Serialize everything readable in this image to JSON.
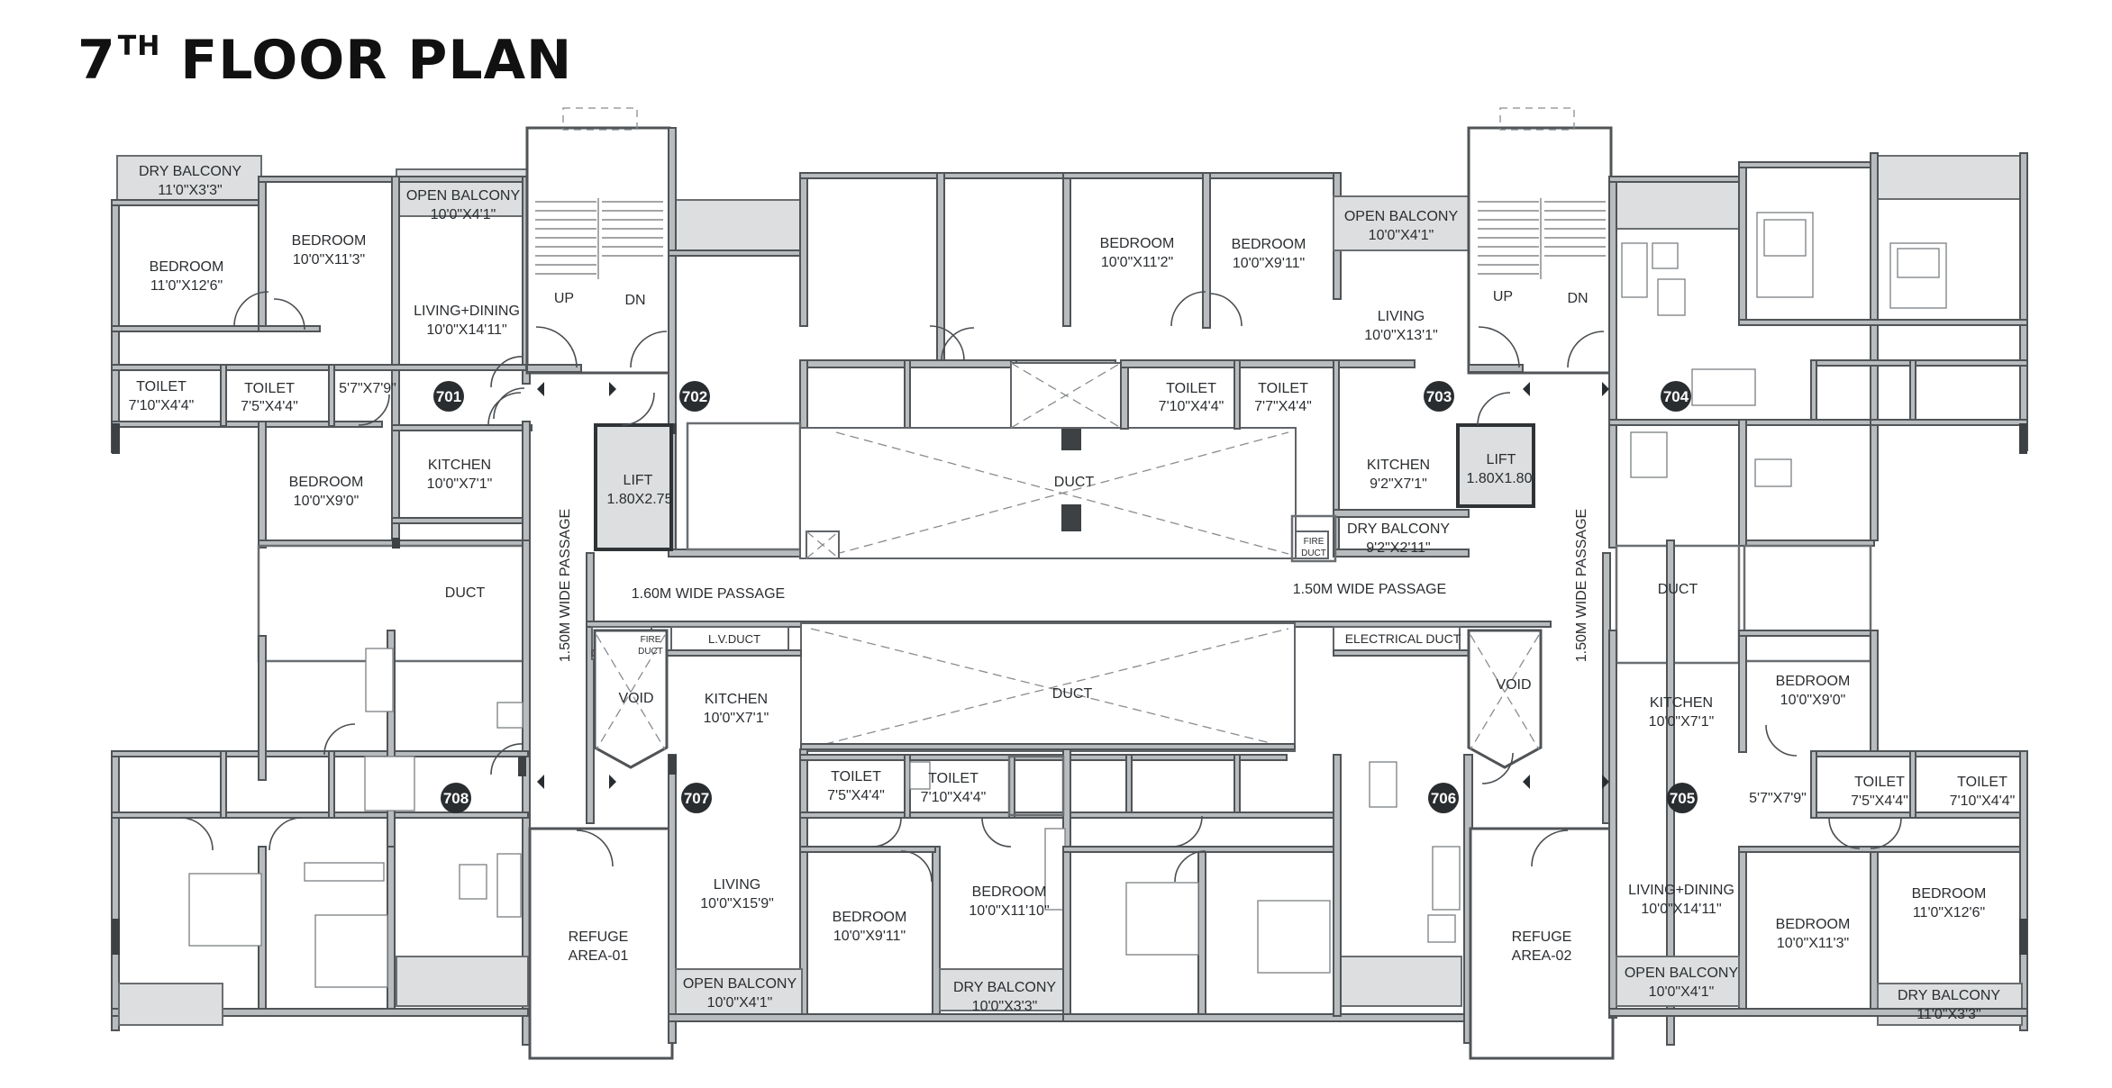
{
  "page": {
    "title": "7",
    "title_sup": "TH",
    "title_rest": "FLOOR PLAN"
  },
  "units": [
    "701",
    "702",
    "703",
    "704",
    "705",
    "706",
    "707",
    "708"
  ],
  "rooms": {
    "r701_dry_balcony": [
      "DRY BALCONY",
      "11'0\"X3'3\""
    ],
    "r701_bedroom1": [
      "BEDROOM",
      "11'0\"X12'6\""
    ],
    "r701_bedroom2": [
      "BEDROOM",
      "10'0\"X11'3\""
    ],
    "r701_open_balcony": [
      "OPEN BALCONY",
      "10'0\"X4'1\""
    ],
    "r701_living": [
      "LIVING+DINING",
      "10'0\"X14'11\""
    ],
    "r701_toilet1": [
      "TOILET",
      "7'10\"X4'4\""
    ],
    "r701_toilet2": [
      "TOILET",
      "7'5\"X4'4\""
    ],
    "r701_passage": [
      "5'7\"X7'9\""
    ],
    "r701_bedroom3": [
      "BEDROOM",
      "10'0\"X9'0\""
    ],
    "r701_kitchen": [
      "KITCHEN",
      "10'0\"X7'1\""
    ],
    "r703_bedroom1": [
      "BEDROOM",
      "10'0\"X11'2\""
    ],
    "r703_bedroom2": [
      "BEDROOM",
      "10'0\"X9'11\""
    ],
    "r703_open_balcony": [
      "OPEN BALCONY",
      "10'0\"X4'1\""
    ],
    "r703_living": [
      "LIVING",
      "10'0\"X13'1\""
    ],
    "r703_toilet1": [
      "TOILET",
      "7'10\"X4'4\""
    ],
    "r703_toilet2": [
      "TOILET",
      "7'7\"X4'4\""
    ],
    "r703_kitchen": [
      "KITCHEN",
      "9'2\"X7'1\""
    ],
    "r703_dry_balcony": [
      "DRY BALCONY",
      "9'2\"X2'11\""
    ],
    "lift_left": [
      "LIFT",
      "1.80X2.75"
    ],
    "lift_right": [
      "LIFT",
      "1.80X1.80"
    ],
    "duct_top": [
      "DUCT"
    ],
    "duct_left": [
      "DUCT"
    ],
    "duct_right": [
      "DUCT"
    ],
    "duct_bottom": [
      "DUCT"
    ],
    "fire_duct_top": [
      "FIRE",
      "DUCT"
    ],
    "fire_duct_bottom": [
      "FIRE",
      "DUCT"
    ],
    "lv_duct": [
      "L.V.DUCT"
    ],
    "electrical_duct": [
      "ELECTRICAL DUCT"
    ],
    "void_left": [
      "VOID"
    ],
    "void_right": [
      "VOID"
    ],
    "passage_left": [
      "1.60M WIDE PASSAGE"
    ],
    "passage_right": [
      "1.50M WIDE PASSAGE"
    ],
    "passage_vert_left": [
      "1.50M WIDE PASSAGE"
    ],
    "passage_vert_right": [
      "1.50M WIDE PASSAGE"
    ],
    "stair_left_up": [
      "UP"
    ],
    "stair_left_dn": [
      "DN"
    ],
    "stair_right_up": [
      "UP"
    ],
    "stair_right_dn": [
      "DN"
    ],
    "r707_kitchen": [
      "KITCHEN",
      "10'0\"X7'1\""
    ],
    "r707_toilet1": [
      "TOILET",
      "7'5\"X4'4\""
    ],
    "r707_toilet2": [
      "TOILET",
      "7'10\"X4'4\""
    ],
    "r707_living": [
      "LIVING",
      "10'0\"X15'9\""
    ],
    "r707_bedroom1": [
      "BEDROOM",
      "10'0\"X9'11\""
    ],
    "r707_bedroom2": [
      "BEDROOM",
      "10'0\"X11'10\""
    ],
    "r707_open_balcony": [
      "OPEN BALCONY",
      "10'0\"X4'1\""
    ],
    "r707_dry_balcony": [
      "DRY BALCONY",
      "10'0\"X3'3\""
    ],
    "refuge1": [
      "REFUGE",
      "AREA-01"
    ],
    "refuge2": [
      "REFUGE",
      "AREA-02"
    ],
    "r705_kitchen": [
      "KITCHEN",
      "10'0\"X7'1\""
    ],
    "r705_bedroom1": [
      "BEDROOM",
      "10'0\"X9'0\""
    ],
    "r705_passage": [
      "5'7\"X7'9\""
    ],
    "r705_toilet1": [
      "TOILET",
      "7'5\"X4'4\""
    ],
    "r705_toilet2": [
      "TOILET",
      "7'10\"X4'4\""
    ],
    "r705_living": [
      "LIVING+DINING",
      "10'0\"X14'11\""
    ],
    "r705_bedroom2": [
      "BEDROOM",
      "10'0\"X11'3\""
    ],
    "r705_bedroom3": [
      "BEDROOM",
      "11'0\"X12'6\""
    ],
    "r705_open_balcony": [
      "OPEN BALCONY",
      "10'0\"X4'1\""
    ],
    "r705_dry_balcony": [
      "DRY BALCONY",
      "11'0\"X3'3\""
    ]
  }
}
